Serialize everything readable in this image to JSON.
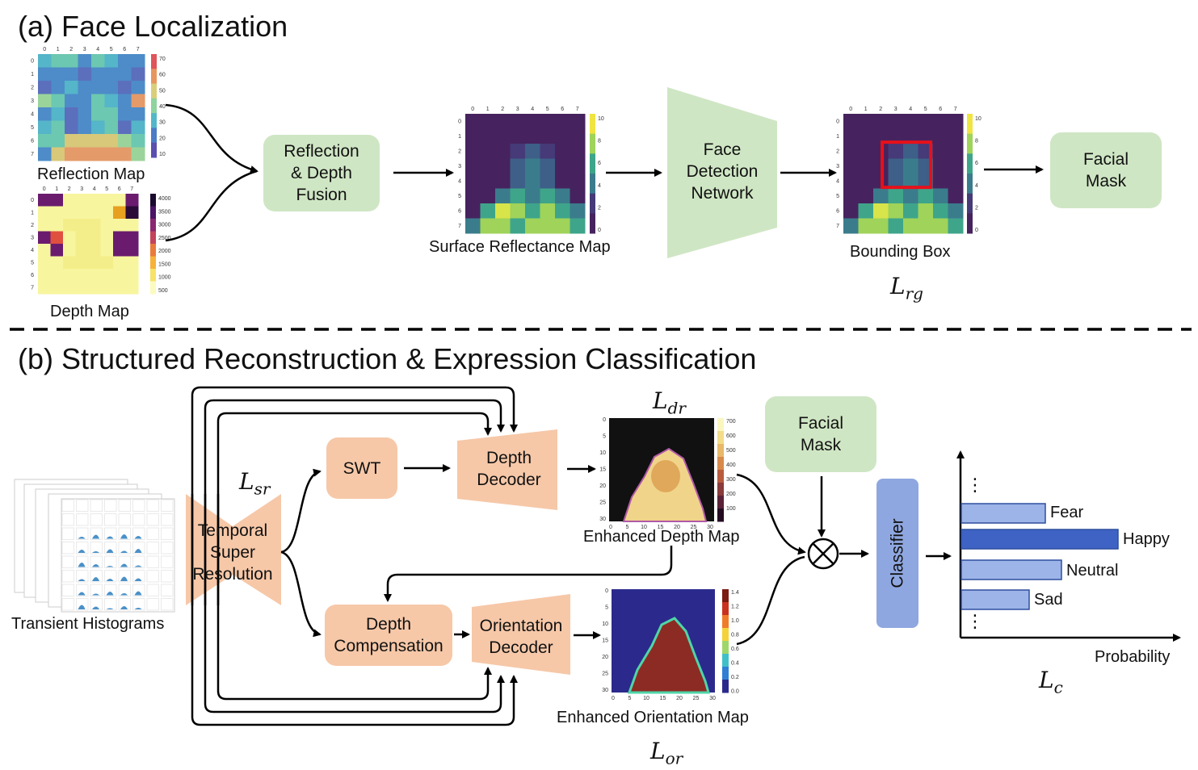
{
  "section_a": {
    "title": "(a) Face Localization",
    "reflection_map_label": "Reflection Map",
    "depth_map_label": "Depth Map",
    "fusion_box": "Reflection\n& Depth\nFusion",
    "surface_map_label": "Surface Reflectance Map",
    "detection_box": "Face\nDetection\nNetwork",
    "bbox_label": "Bounding Box",
    "loss_rg": {
      "symbol": "L",
      "sub": "rg"
    },
    "facial_mask_box": "Facial\nMask"
  },
  "section_b": {
    "title": "(b) Structured Reconstruction & Expression Classification",
    "histograms_label": "Transient Histograms",
    "tsr_box": "Temporal\nSuper\nResolution",
    "loss_sr": {
      "symbol": "L",
      "sub": "sr"
    },
    "swt_box": "SWT",
    "depth_decoder_box": "Depth\nDecoder",
    "depth_comp_box": "Depth\nCompensation",
    "orient_decoder_box": "Orientation\nDecoder",
    "loss_dr": {
      "symbol": "L",
      "sub": "dr"
    },
    "enh_depth_label": "Enhanced Depth Map",
    "loss_or": {
      "symbol": "L",
      "sub": "or"
    },
    "enh_orient_label": "Enhanced Orientation Map",
    "facial_mask_box": "Facial\nMask",
    "classifier_box": "Classifier",
    "bars": [
      {
        "label": "Fear",
        "value": 0.52
      },
      {
        "label": "Happy",
        "value": 0.97
      },
      {
        "label": "Neutral",
        "value": 0.62
      },
      {
        "label": "Sad",
        "value": 0.42
      }
    ],
    "dots": "⋮",
    "prob_axis_label": "Probability",
    "loss_c": {
      "symbol": "L",
      "sub": "c"
    }
  },
  "ticks": {
    "grid8": [
      "0",
      "1",
      "2",
      "3",
      "4",
      "5",
      "6",
      "7"
    ],
    "refl_cbar": [
      "70",
      "60",
      "50",
      "40",
      "30",
      "20",
      "10"
    ],
    "depth_cbar": [
      "4000",
      "3500",
      "3000",
      "2500",
      "2000",
      "1500",
      "1000",
      "500"
    ],
    "surf_cbar": [
      "10",
      "8",
      "6",
      "4",
      "2",
      "0"
    ],
    "big_axis": [
      "0",
      "5",
      "10",
      "15",
      "20",
      "25",
      "30"
    ],
    "enh_depth_cbar": [
      "700",
      "600",
      "500",
      "400",
      "300",
      "200",
      "100"
    ],
    "enh_or_cbar": [
      "1.4",
      "1.2",
      "1.0",
      "0.8",
      "0.6",
      "0.4",
      "0.2",
      "0.0"
    ]
  },
  "colors": {
    "green": "#cfe6c4",
    "orange": "#f6c8a8",
    "blue_box": "#8fa7e0",
    "bar": "#9db4e8",
    "bar_top": "#3f63c4",
    "bbox": "#e8101a"
  }
}
